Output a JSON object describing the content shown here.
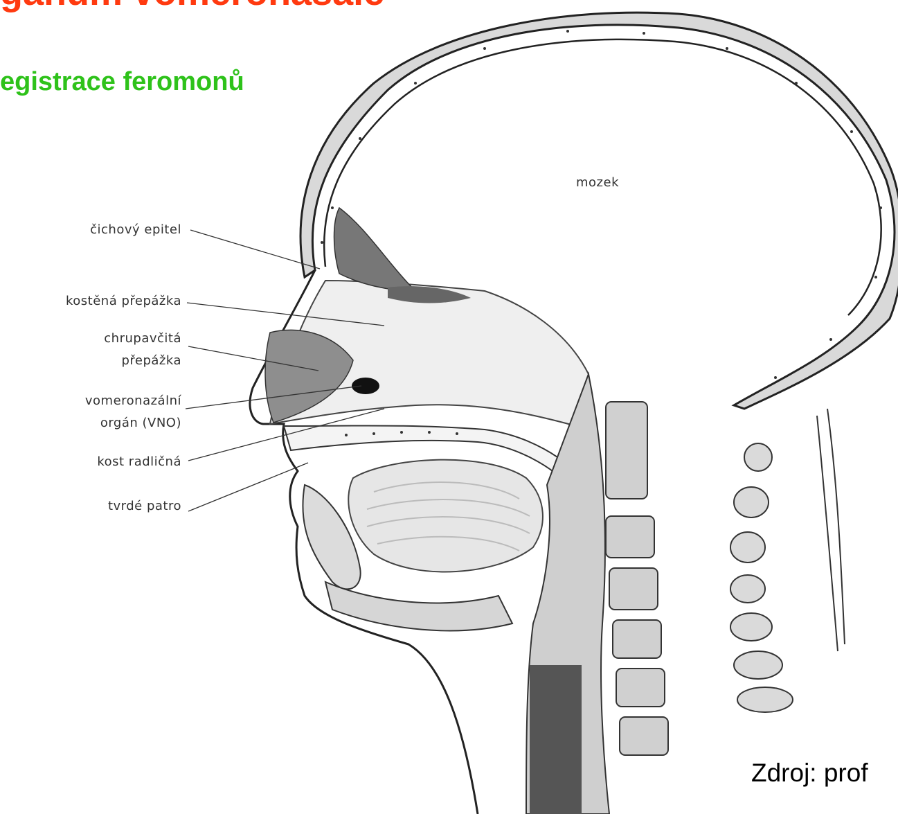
{
  "slide": {
    "title": "ganum vomeronasale",
    "subtitle": "egistrace feromonů",
    "source": "Zdroj: prof"
  },
  "diagram": {
    "labels": {
      "brain": "mozek",
      "olfactory_epithelium": "čichový epitel",
      "bony_septum": "kostěná přepážka",
      "cartilage_septum_line1": "chrupavčitá",
      "cartilage_septum_line2": "přepážka",
      "vno_line1": "vomeronazální",
      "vno_line2": "orgán (VNO)",
      "vomer": "kost radličná",
      "hard_palate": "tvrdé patro"
    }
  },
  "colors": {
    "title": "#ff3a10",
    "subtitle": "#2ec21a"
  }
}
